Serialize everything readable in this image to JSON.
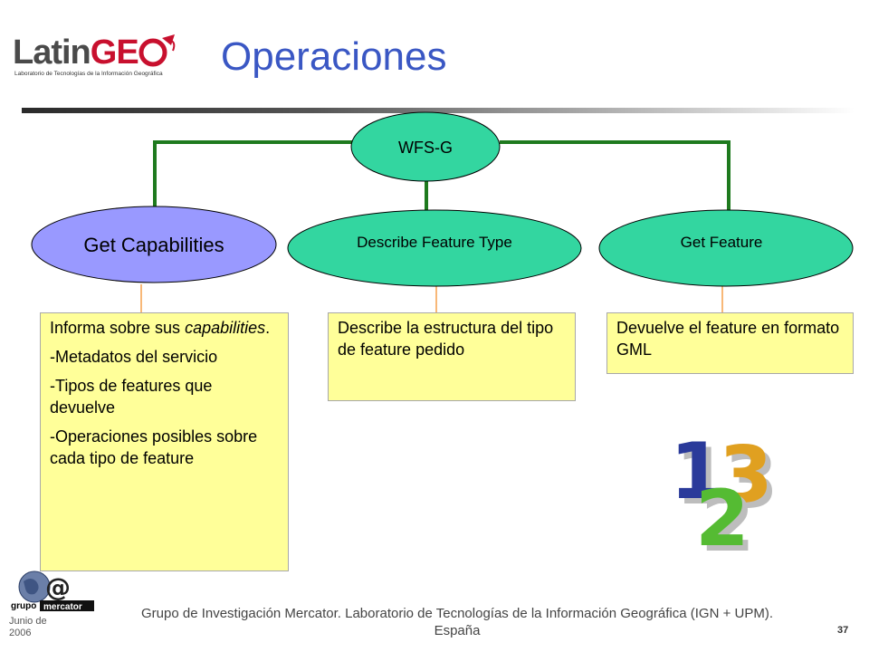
{
  "logo": {
    "word_latin": "Latin",
    "word_geo": "GE",
    "subtitle": "Laboratorio de Tecnologías de la Información Geográfica"
  },
  "title": "Operaciones",
  "diagram": {
    "root": {
      "label": "WFS-G",
      "color": "#33d6a0"
    },
    "nodes": [
      {
        "label": "Get Capabilities",
        "color": "#9999ff"
      },
      {
        "label": "Describe Feature Type",
        "color": "#33d6a0"
      },
      {
        "label": "Get Feature",
        "color": "#33d6a0"
      }
    ],
    "connector_color": "#1e7a1e",
    "lead_color": "#f5a04a"
  },
  "boxes": {
    "capabilities": {
      "line1_prefix": "Informa sobre sus ",
      "line1_italic": "capabilities",
      "line1_suffix": ".",
      "items": [
        "-Metadatos del servicio",
        "-Tipos de features que devuelve",
        "-Operaciones posibles sobre cada tipo de feature"
      ]
    },
    "describe": {
      "text": "Describe la estructura del tipo de feature pedido"
    },
    "feature": {
      "text": "Devuelve el feature en formato GML"
    }
  },
  "numbers_art": {
    "one": "1",
    "two": "2",
    "three": "3",
    "colors": [
      "#2a3a9a",
      "#55bb33",
      "#e0a020"
    ]
  },
  "footer": {
    "text_line1": "Grupo de Investigación Mercator. Laboratorio de Tecnologías de la Información Geográfica (IGN + UPM).",
    "text_line2": "España",
    "date_line1": "Junio de",
    "date_line2": "2006",
    "page_number": "37",
    "logo_line1": "grupo",
    "logo_line2": "mercator"
  }
}
